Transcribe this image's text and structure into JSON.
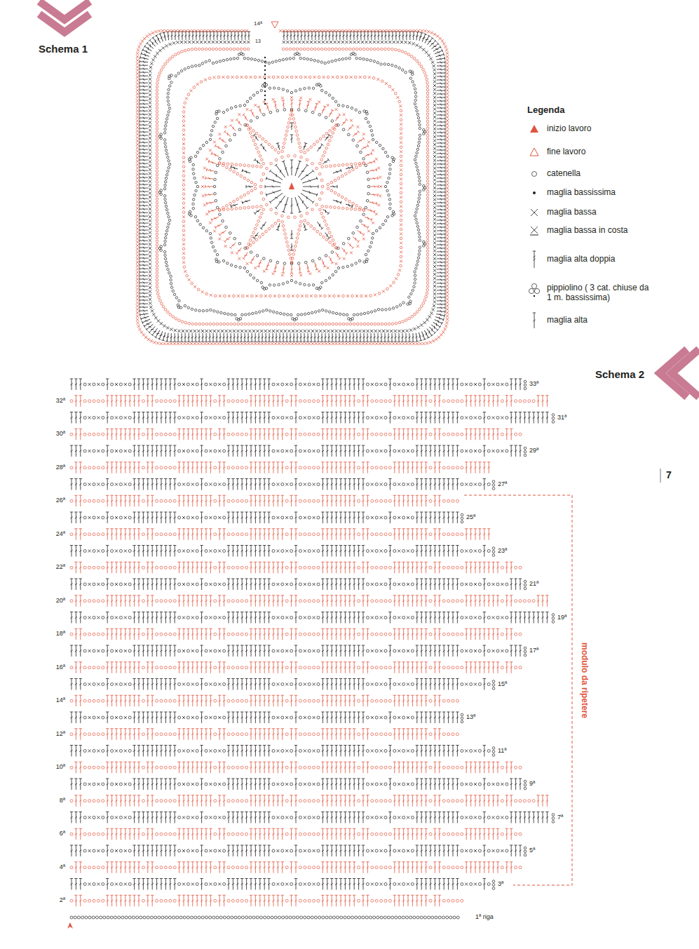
{
  "diagram": {
    "labels": [
      "Schema 1",
      "14ª",
      "13",
      "Legenda",
      "Schema 2",
      "7",
      "1ª riga",
      "2ª",
      "3ª",
      "4ª",
      "5ª",
      "6ª",
      "7ª",
      "8ª",
      "9ª",
      "10ª",
      "11ª",
      "12ª",
      "13ª",
      "14ª",
      "15ª",
      "16ª",
      "17ª",
      "18ª",
      "19ª",
      "20ª",
      "21ª",
      "22ª",
      "23ª",
      "24ª",
      "25ª",
      "26ª",
      "27ª",
      "28ª",
      "29ª",
      "30ª",
      "31ª",
      "32ª",
      "33ª",
      "modulo da ripetere"
    ],
    "legend": [
      {
        "text": "inizio lavoro"
      },
      {
        "text": "fine lavoro"
      },
      {
        "text": "catenella"
      },
      {
        "text": "maglia bassissima"
      },
      {
        "text": "maglia bassa"
      },
      {
        "text": "maglia bassa in costa"
      },
      {
        "text": "maglia alta doppia"
      },
      {
        "text": "pippiolino ( 3 cat. chiuse da 1 m. bassissima)"
      },
      {
        "text": "maglia alta"
      }
    ]
  }
}
